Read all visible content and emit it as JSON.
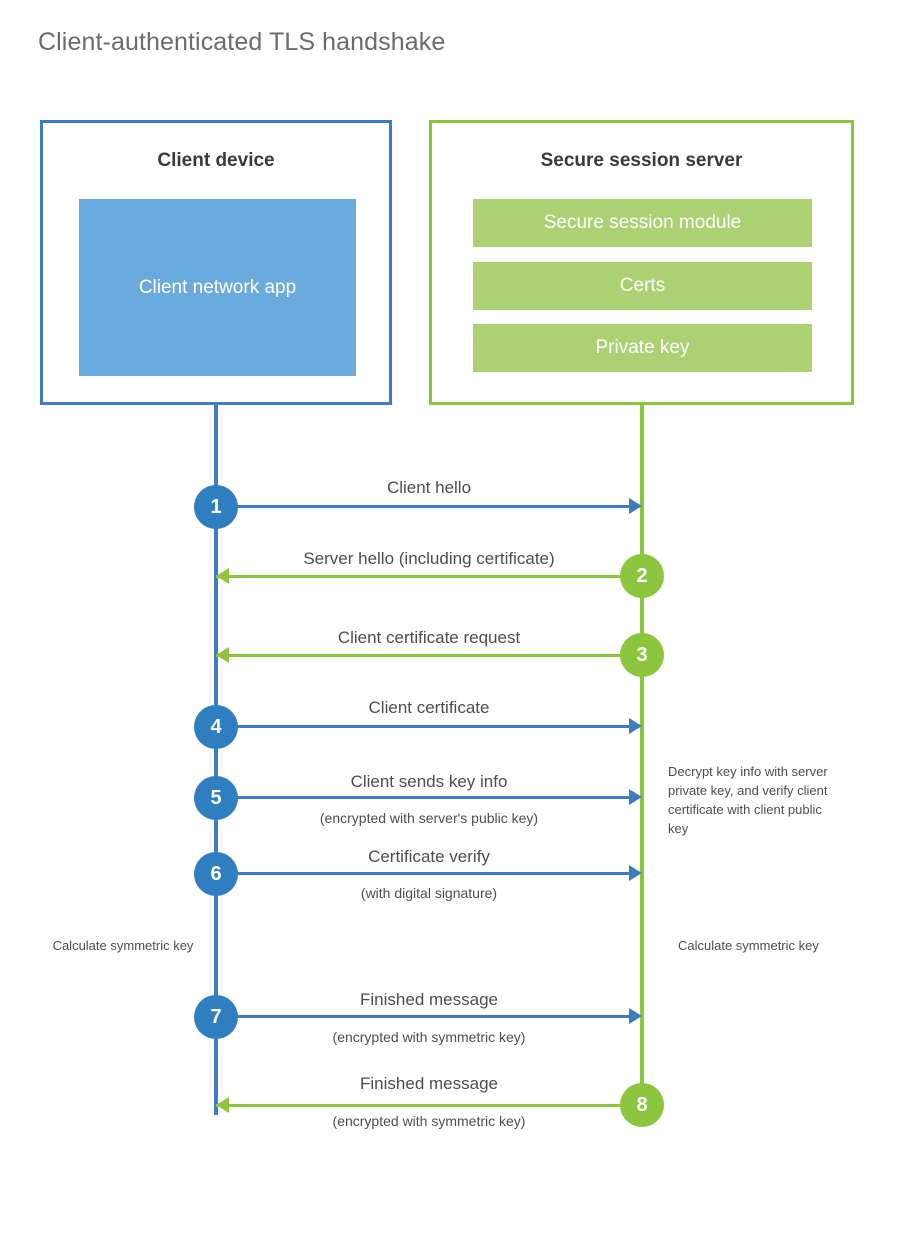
{
  "title": "Client-authenticated TLS handshake",
  "colors": {
    "client_blue": "#3d7cc0",
    "client_app_fill": "#6aaadc",
    "server_green": "#8cc63e",
    "server_bar_fill": "#abd172",
    "step_blue": "#2f7ec0",
    "text": "#4d4d4d",
    "title_text": "#6b6b6b"
  },
  "client": {
    "title": "Client device",
    "app_label": "Client network app"
  },
  "server": {
    "title": "Secure session server",
    "components": [
      "Secure session module",
      "Certs",
      "Private key"
    ]
  },
  "steps": [
    {
      "number": "1",
      "label": "Client hello",
      "sublabel": "",
      "direction": "client-to-server",
      "color": "blue"
    },
    {
      "number": "2",
      "label": "Server hello (including certificate)",
      "sublabel": "",
      "direction": "server-to-client",
      "color": "green"
    },
    {
      "number": "3",
      "label": "Client certificate request",
      "sublabel": "",
      "direction": "server-to-client",
      "color": "green"
    },
    {
      "number": "4",
      "label": "Client certificate",
      "sublabel": "",
      "direction": "client-to-server",
      "color": "blue"
    },
    {
      "number": "5",
      "label": "Client sends key info",
      "sublabel": "(encrypted with server's public key)",
      "direction": "client-to-server",
      "color": "blue"
    },
    {
      "number": "6",
      "label": "Certificate verify",
      "sublabel": "(with digital signature)",
      "direction": "client-to-server",
      "color": "blue"
    },
    {
      "number": "7",
      "label": "Finished message",
      "sublabel": "(encrypted with symmetric key)",
      "direction": "client-to-server",
      "color": "blue"
    },
    {
      "number": "8",
      "label": "Finished message",
      "sublabel": "(encrypted with symmetric key)",
      "direction": "server-to-client",
      "color": "green"
    }
  ],
  "notes": {
    "server_decrypt": "Decrypt key info with server private key, and verify client certificate with client public key",
    "client_calculate": "Calculate symmetric key",
    "server_calculate": "Calculate symmetric key"
  }
}
